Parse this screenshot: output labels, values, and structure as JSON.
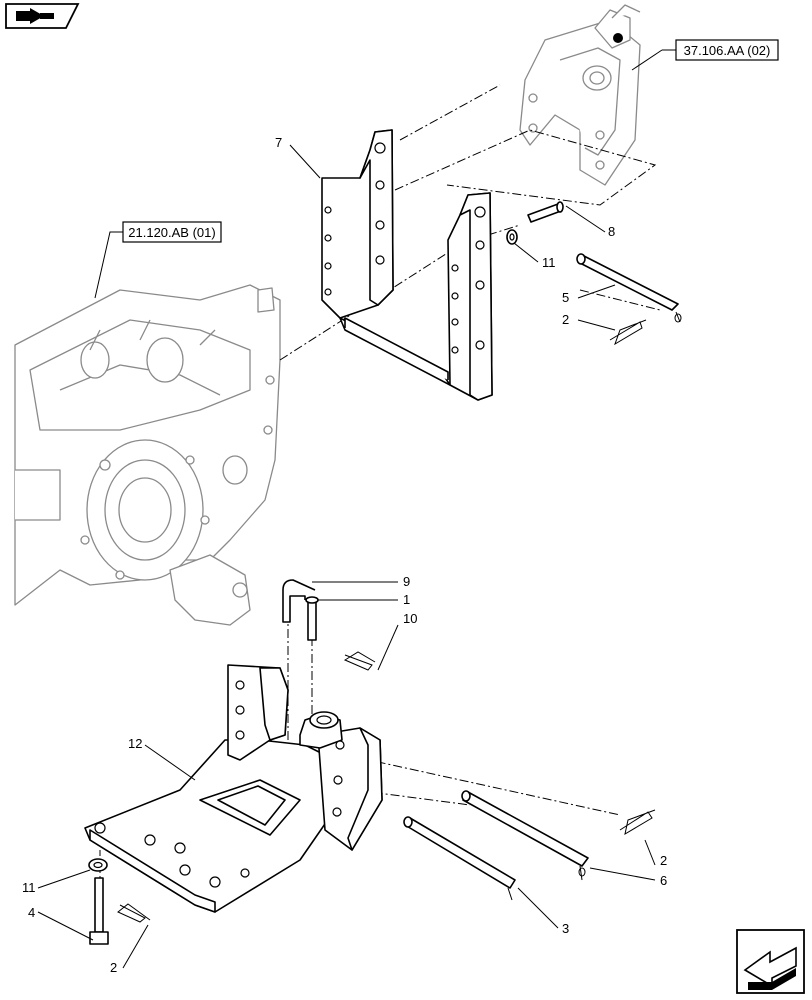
{
  "references": {
    "top": "37.106.AA (02)",
    "left": "21.120.AB (01)"
  },
  "callouts": {
    "c7": "7",
    "c8": "8",
    "c11a": "11",
    "c5": "5",
    "c2a": "2",
    "c9": "9",
    "c1": "1",
    "c10": "10",
    "c12": "12",
    "c2b": "2",
    "c6": "6",
    "c11b": "11",
    "c4": "4",
    "c3": "3",
    "c2c": "2"
  },
  "icons": {
    "top_left": "book-arrow-icon",
    "bottom_right": "next-page-arrow-icon"
  }
}
